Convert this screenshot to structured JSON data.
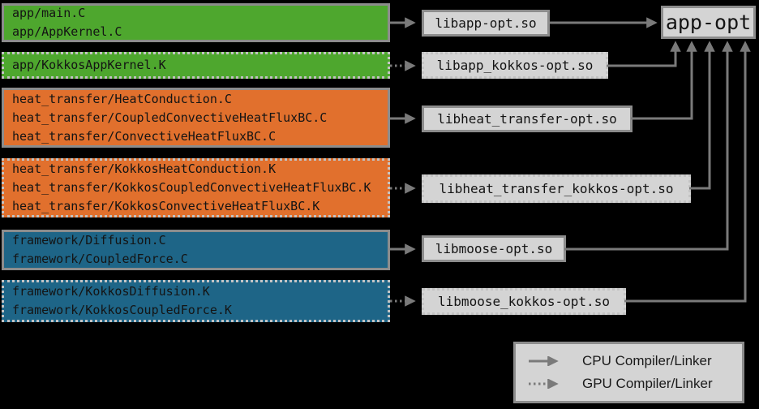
{
  "colors": {
    "background": "#000000",
    "green": "#4EA72E",
    "orange": "#E1702D",
    "blue": "#1E6587",
    "box_gray": "#D4D4D4",
    "line_gray": "#7A7A7A",
    "solid_border_gray": "#8C8C8C",
    "dotted_border_gray": "#C3C3C3",
    "text_dark": "#141414"
  },
  "sources": [
    {
      "color": "green",
      "border": "solid",
      "arrow": "solid",
      "files": [
        "app/main.C",
        "app/AppKernel.C"
      ]
    },
    {
      "color": "green",
      "border": "dotted",
      "arrow": "dotted",
      "files": [
        "app/KokkosAppKernel.K"
      ]
    },
    {
      "color": "orange",
      "border": "solid",
      "arrow": "solid",
      "files": [
        "heat_transfer/HeatConduction.C",
        "heat_transfer/CoupledConvectiveHeatFluxBC.C",
        "heat_transfer/ConvectiveHeatFluxBC.C"
      ]
    },
    {
      "color": "orange",
      "border": "dotted",
      "arrow": "dotted",
      "files": [
        "heat_transfer/KokkosHeatConduction.K",
        "heat_transfer/KokkosCoupledConvectiveHeatFluxBC.K",
        "heat_transfer/KokkosConvectiveHeatFluxBC.K"
      ]
    },
    {
      "color": "blue",
      "border": "solid",
      "arrow": "solid",
      "files": [
        "framework/Diffusion.C",
        "framework/CoupledForce.C"
      ]
    },
    {
      "color": "blue",
      "border": "dotted",
      "arrow": "dotted",
      "files": [
        "framework/KokkosDiffusion.K",
        "framework/KokkosCoupledForce.K"
      ]
    }
  ],
  "libraries": [
    {
      "label": "libapp-opt.so",
      "border": "solid"
    },
    {
      "label": "libapp_kokkos-opt.so",
      "border": "dotted"
    },
    {
      "label": "libheat_transfer-opt.so",
      "border": "solid"
    },
    {
      "label": "libheat_transfer_kokkos-opt.so",
      "border": "dotted"
    },
    {
      "label": "libmoose-opt.so",
      "border": "solid"
    },
    {
      "label": "libmoose_kokkos-opt.so",
      "border": "dotted"
    }
  ],
  "executable": {
    "label": "app-opt"
  },
  "legend": {
    "items": [
      {
        "icon": "solid-arrow-icon",
        "label": "CPU Compiler/Linker"
      },
      {
        "icon": "dotted-arrow-icon",
        "label": "GPU Compiler/Linker"
      }
    ]
  }
}
